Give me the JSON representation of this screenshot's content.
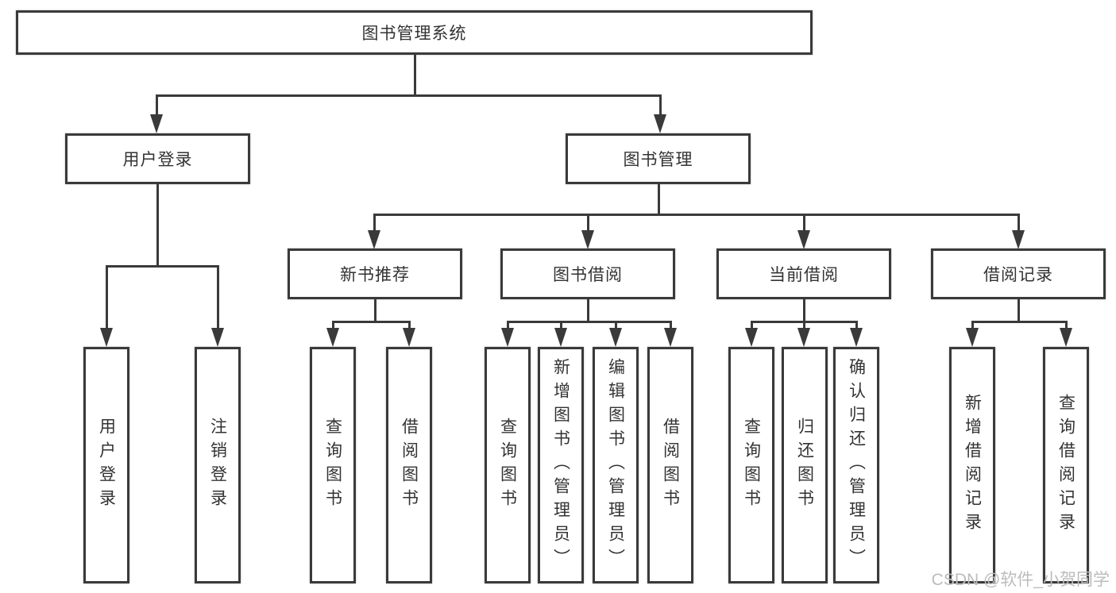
{
  "diagram": {
    "root": {
      "label": "图书管理系统"
    },
    "branches": [
      {
        "label": "用户登录",
        "children": [
          {
            "label": "用户登录"
          },
          {
            "label": "注销登录"
          }
        ]
      },
      {
        "label": "图书管理",
        "children": [
          {
            "label": "新书推荐",
            "children": [
              {
                "label": "查询图书"
              },
              {
                "label": "借阅图书"
              }
            ]
          },
          {
            "label": "图书借阅",
            "children": [
              {
                "label": "查询图书"
              },
              {
                "label": "新增图书（管理员）"
              },
              {
                "label": "编辑图书（管理员）"
              },
              {
                "label": "借阅图书"
              }
            ]
          },
          {
            "label": "当前借阅",
            "children": [
              {
                "label": "查询图书"
              },
              {
                "label": "归还图书"
              },
              {
                "label": "确认归还（管理员）"
              }
            ]
          },
          {
            "label": "借阅记录",
            "children": [
              {
                "label": "新增借阅记录"
              },
              {
                "label": "查询借阅记录"
              }
            ]
          }
        ]
      }
    ]
  },
  "watermark": "CSDN @软件_小贺同学",
  "colors": {
    "line": "#3a3a3a",
    "text": "#333333",
    "watermark": "#bcbcbc",
    "background": "#ffffff"
  }
}
